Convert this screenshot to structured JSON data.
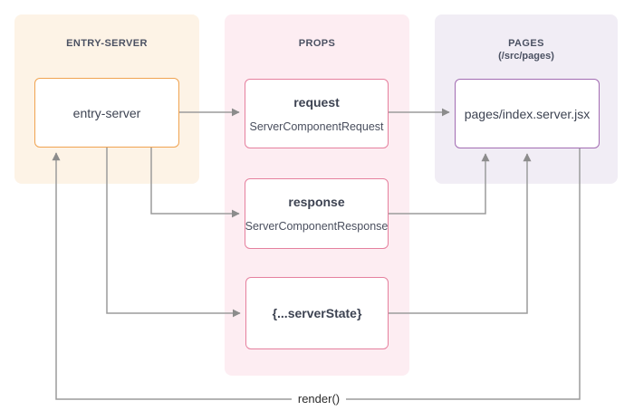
{
  "diagram": {
    "panels": {
      "entry_server": {
        "title": "ENTRY-SERVER",
        "bg_color": "#fdf3e6",
        "box": {
          "label": "entry-server",
          "border_color": "#f0a351"
        }
      },
      "props": {
        "title": "PROPS",
        "bg_color": "#fdedf2",
        "box_border_color": "#e5809e",
        "boxes": [
          {
            "label": "request",
            "sublabel": "ServerComponentRequest"
          },
          {
            "label": "response",
            "sublabel": "ServerComponentResponse"
          },
          {
            "label": "{...serverState}",
            "sublabel": ""
          }
        ]
      },
      "pages": {
        "title": "PAGES",
        "subtitle": "(/src/pages)",
        "bg_color": "#f1edf5",
        "box": {
          "label": "pages/index.server.jsx",
          "border_color": "#a26cb2"
        }
      }
    },
    "edges": {
      "render_label": "render()",
      "line_color": "#999999"
    }
  }
}
